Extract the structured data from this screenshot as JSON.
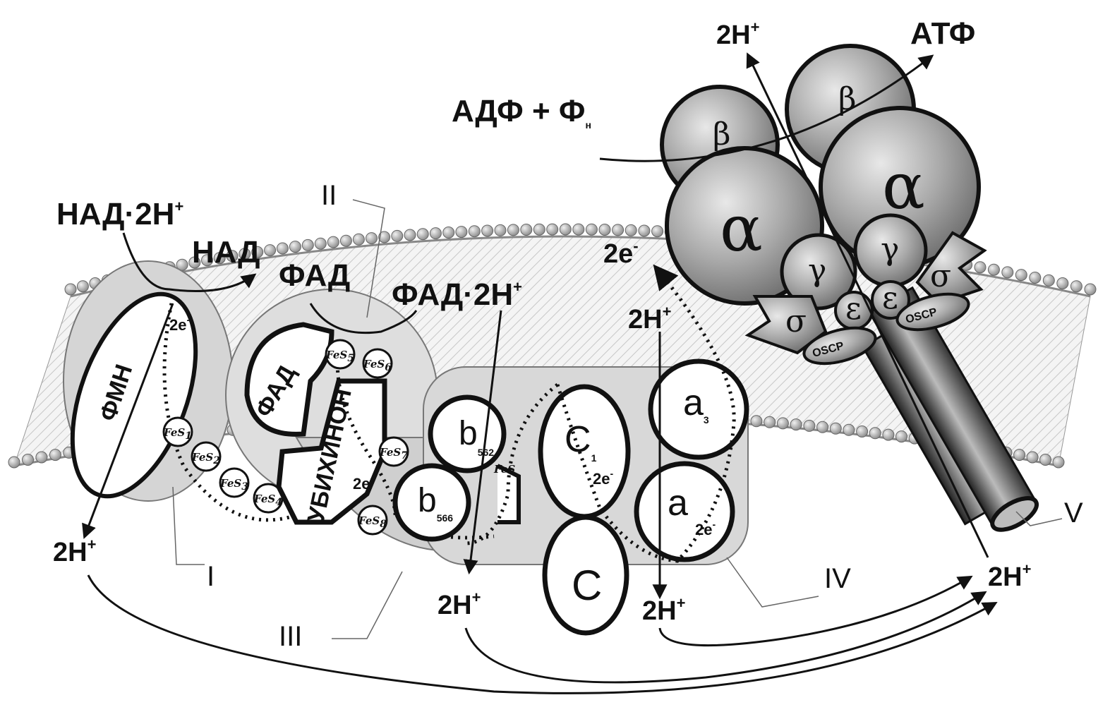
{
  "labels": {
    "nad_2h": "НАД·2Н",
    "nad": "НАД",
    "fad_top": "ФАД",
    "fad_2h": "ФАД·2Н",
    "adf_fn": "АДФ + Ф",
    "adf_fn_sub": "н",
    "atf": "АТФ",
    "h_top": "2Н",
    "e_top": "2е",
    "h_mid": "2Н",
    "plus": "+",
    "minus": "-",
    "fmn": "ФМН",
    "fad_inner": "ФАД",
    "ubiquinone": "УБИХИНОН",
    "two_e": "2е",
    "b562": "b",
    "b562_sub": "562",
    "b566": "b",
    "b566_sub": "566",
    "c1": "C",
    "c1_sub": "1",
    "c": "C",
    "a3": "a",
    "a3_sub": "3",
    "a": "a",
    "oscp": "OSCP",
    "h_bottom_left": "2Н",
    "h_bottom_mid": "2Н",
    "h_bottom_mid2": "2Н",
    "h_bottom_right": "2Н",
    "fes": "FeS",
    "alpha": "α",
    "beta": "β",
    "gamma": "γ",
    "epsilon": "ε",
    "sigma": "σ"
  },
  "fes_subs": [
    "1",
    "2",
    "3",
    "4",
    "5",
    "6",
    "7",
    "8"
  ],
  "complexes": [
    "I",
    "II",
    "III",
    "IV",
    "V"
  ]
}
